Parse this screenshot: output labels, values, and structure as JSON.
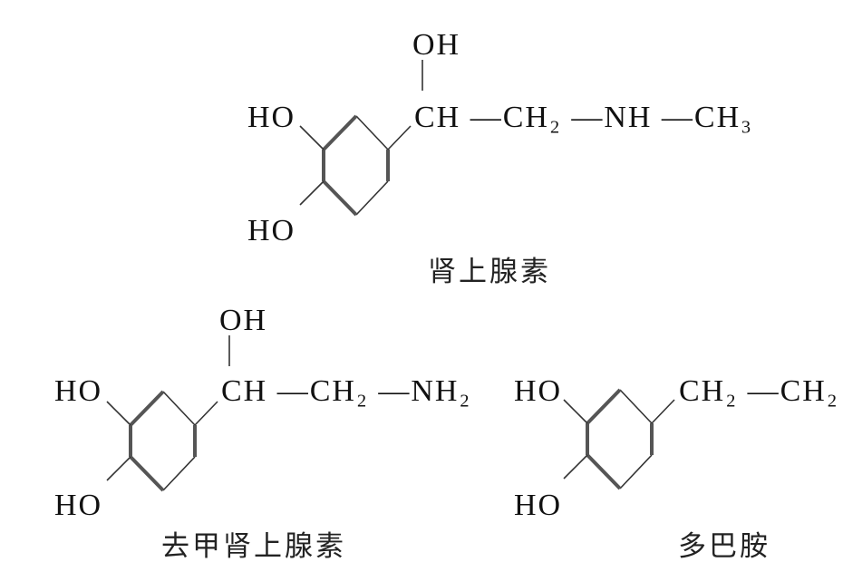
{
  "molecules": [
    {
      "name": "肾上腺素",
      "ho_top": "HO",
      "ho_bottom": "HO",
      "oh": "OH",
      "chain": "CH —CH₂ —NH —CH₃"
    },
    {
      "name": "去甲肾上腺素",
      "ho_top": "HO",
      "ho_bottom": "HO",
      "oh": "OH",
      "chain": "CH —CH₂ —NH₂"
    },
    {
      "name": "多巴胺",
      "ho_top": "HO",
      "ho_bottom": "HO",
      "chain": "CH₂ —CH₂"
    }
  ]
}
